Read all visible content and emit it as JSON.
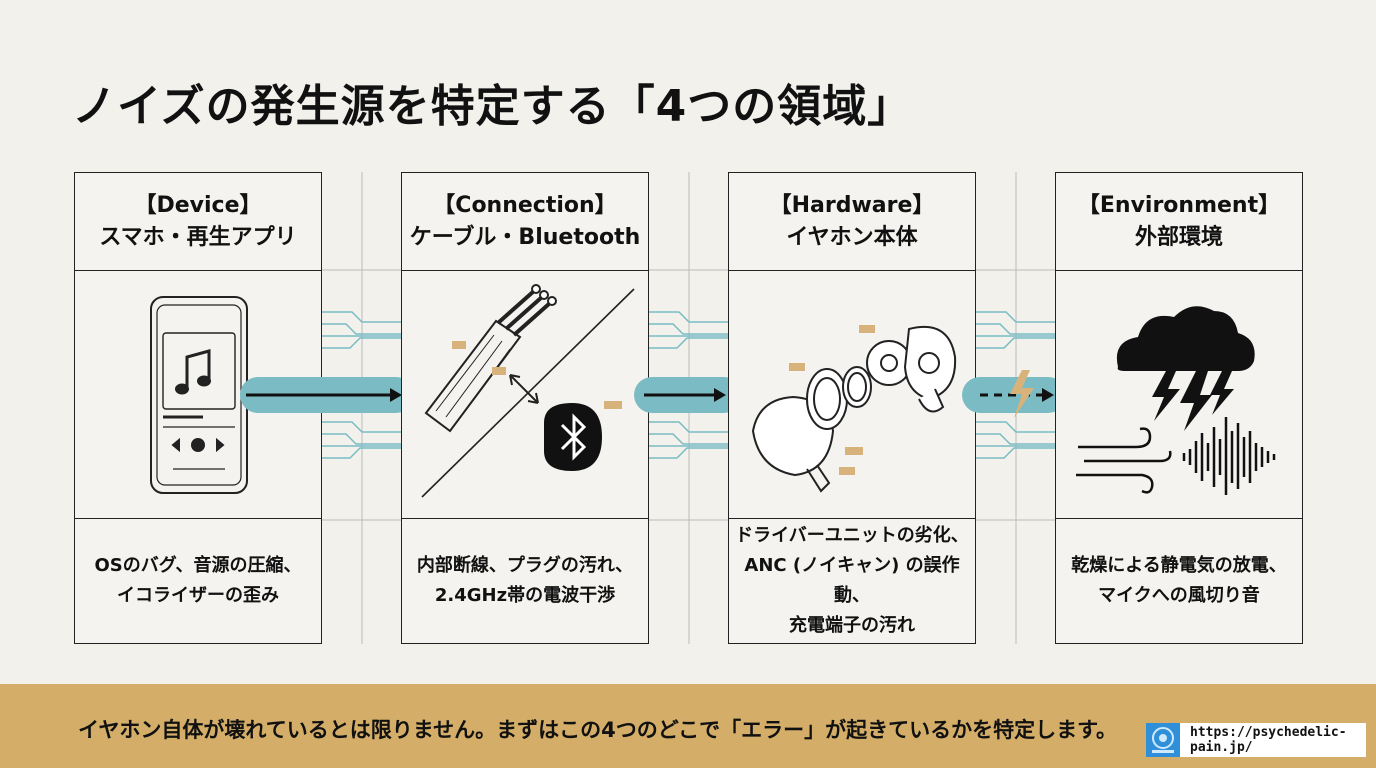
{
  "title": "ノイズの発生源を特定する「4つの領域」",
  "columns": [
    {
      "head1": "【Device】",
      "head2": "スマホ・再生アプリ",
      "desc1": "OSのバグ、音源の圧縮、",
      "desc2": "イコライザーの歪み",
      "desc3": ""
    },
    {
      "head1": "【Connection】",
      "head2": "ケーブル・Bluetooth",
      "desc1": "内部断線、プラグの汚れ、",
      "desc2": "2.4GHz帯の電波干渉",
      "desc3": ""
    },
    {
      "head1": "【Hardware】",
      "head2": "イヤホン本体",
      "desc1": "ドライバーユニットの劣化、",
      "desc2": "ANC (ノイキャン) の誤作動、",
      "desc3": "充電端子の汚れ"
    },
    {
      "head1": "【Environment】",
      "head2": "外部環境",
      "desc1": "乾燥による静電気の放電、",
      "desc2": "マイクへの風切り音",
      "desc3": ""
    }
  ],
  "footer": {
    "text": "イヤホン自体が壊れているとは限りません。まずはこの4つのどこで「エラー」が起きているかを特定します。",
    "url": "https://psychedelic-pain.jp/"
  },
  "colors": {
    "accent": "#7bbcc4",
    "footer": "#d4ae68",
    "label": "#d7b27a"
  }
}
